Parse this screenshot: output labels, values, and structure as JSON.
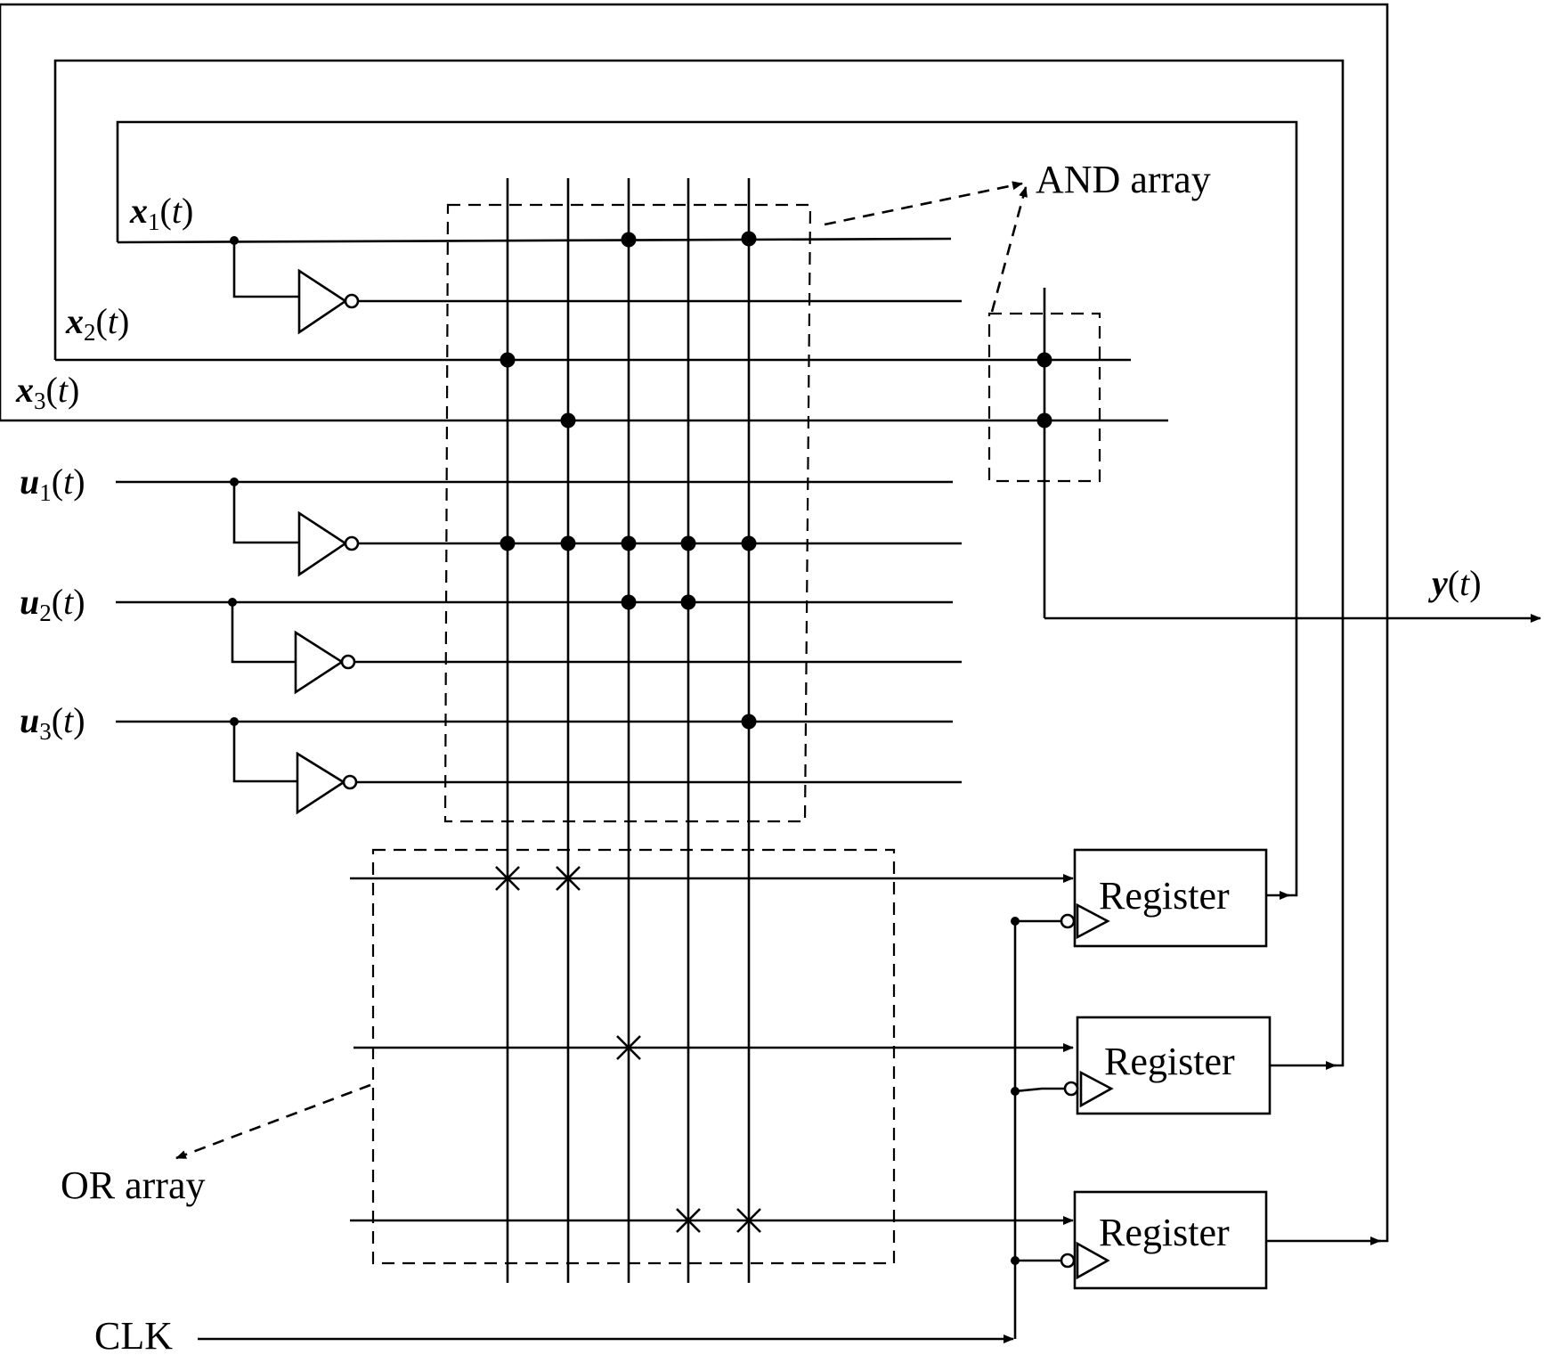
{
  "inputs": {
    "x1": {
      "letter": "x",
      "sub": "1",
      "arg": "t"
    },
    "x2": {
      "letter": "x",
      "sub": "2",
      "arg": "t"
    },
    "x3": {
      "letter": "x",
      "sub": "3",
      "arg": "t"
    },
    "u1": {
      "letter": "u",
      "sub": "1",
      "arg": "t"
    },
    "u2": {
      "letter": "u",
      "sub": "2",
      "arg": "t"
    },
    "u3": {
      "letter": "u",
      "sub": "3",
      "arg": "t"
    }
  },
  "output": {
    "letter": "y",
    "arg": "t"
  },
  "labels": {
    "and_array": "AND array",
    "or_array": "OR array",
    "register": "Register",
    "clk": "CLK"
  }
}
